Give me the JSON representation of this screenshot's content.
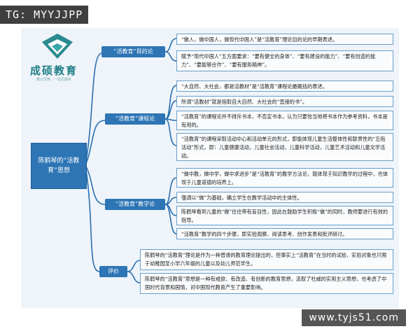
{
  "tag": "TG: MYYJJPP",
  "logo": {
    "name": "成硕教育",
    "slogan": "教以至用 · 一站式服务",
    "icon": "brand-logo-icon"
  },
  "root": {
    "label": "陈鹤琴的“活教育”思想"
  },
  "branches": [
    {
      "label": "“活教育”目的论",
      "leaves": [
        "“做人，做中国人，做现代中国人”是“活教育”理论目的论的早期表述。",
        "赋予“现代中国人”五方面要求：“要有健全的身体”、“要有建设的能力”、“要有创造的能力”、“要能够合作”、“要有服务精神”。"
      ]
    },
    {
      "label": "“活教育”课程论",
      "leaves": [
        "“大自然、大社会，都是活教材”是“活教育”课程论最概括的表述。",
        "所谓“活教材”就是指取自大自然、大社会的“直接的书”。",
        "“活教育”的课程论并不排斥书本，不否定书本，认为只要恰当地将书本作为参考资料，书本是有用的。",
        "“活教育”的课程采取活动中心和活动单元的形式，即能体现儿童生活整体性和联贯性的“五指活动”形式，即：儿童健康活动，儿童社会活动，儿童科学活动，儿童艺术活动和儿童文学活动。"
      ]
    },
    {
      "label": "“活教育”教学论",
      "leaves": [
        "“做中教，做中学，做中求进步”是“活教育”的教学方法论，既体现于知识教学的过程中，也体现于儿童道德的培养上。",
        "强调以“做”为基础，确立学生在教学活动中的主体性。",
        "陈鹤琴看到儿童的“做”往往带有盲目性，因此在鼓励学生积极“做”的同时，教师要进行有效的指导。",
        "“活教育”教学的四个步骤，即实验观察、阅读思考、创作发表和批评研讨。"
      ]
    },
    {
      "label": "评价",
      "leaves": [
        "陈鹤琴的“活教育”理论是作为一种普通的教育理论提出的，但事实上“活教育”在当时的试验、实验对象也只限于幼稚园至小学六年级的儿童以及幼儿师范学生。",
        "陈鹤琴的“活教育”思想是一种有戒欲、有改造、有创新的教育思想，汲取了杜威的实用主义思想，也考虑了中国时代背景和国情，对中国现代教育产生了重要影响。"
      ]
    }
  ],
  "watermark": "www.tyjs51.com",
  "colors": {
    "node": "#2d75b5",
    "link": "#2a6fae",
    "panel": "#eef4f9",
    "logo": "#1e7d86"
  }
}
